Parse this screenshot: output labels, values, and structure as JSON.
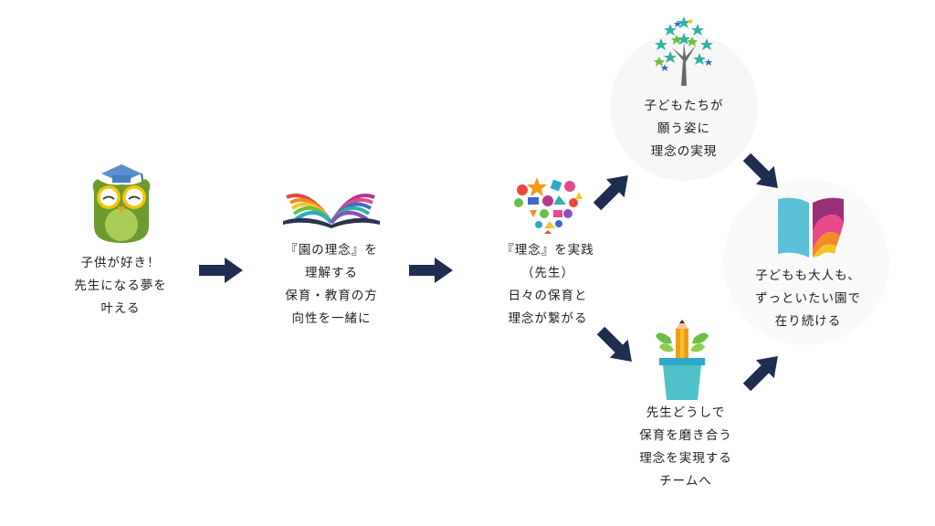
{
  "nodes": {
    "owl": {
      "lines": [
        "子供が好き！",
        "先生になる夢を",
        "叶える"
      ]
    },
    "book": {
      "lines": [
        "『園の理念』を",
        "理解する",
        "保育・教育の方",
        "向性を一緒に"
      ]
    },
    "heart": {
      "lines": [
        "『理念』を実践",
        "（先生）",
        "日々の保育と",
        "理念が繋がる"
      ]
    },
    "tree": {
      "lines": [
        "子どもたちが",
        "願う姿に",
        "理念の実現"
      ]
    },
    "pot": {
      "lines": [
        "先生どうしで",
        "保育を磨き合う",
        "理念を実現する",
        "チームへ"
      ]
    },
    "goal": {
      "lines": [
        "子どもも大人も、",
        "ずっといたい園で",
        "在り続ける"
      ]
    }
  },
  "colors": {
    "arrow": "#1f2d52",
    "circle_bg": "#f7f7f7"
  },
  "icons": [
    "owl-icon",
    "open-book-icon",
    "heart-collage-icon",
    "star-tree-icon",
    "pencil-plant-pot-icon",
    "colorful-book-icon"
  ]
}
